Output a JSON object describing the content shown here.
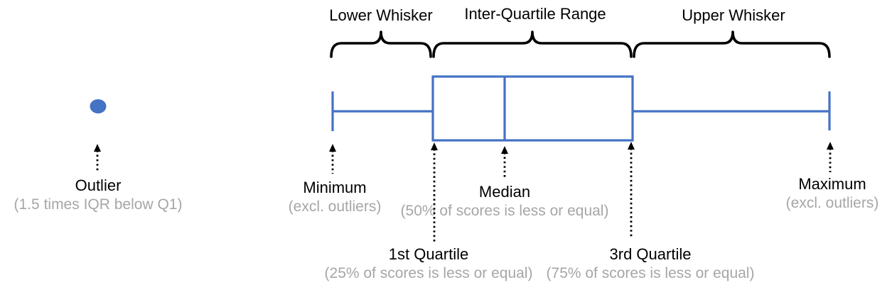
{
  "colors": {
    "accent": "#4472C4",
    "ink": "#000000",
    "muted": "#a6a6a6",
    "background": "#ffffff"
  },
  "braces": {
    "lower_whisker": "Lower Whisker",
    "iqr": "Inter-Quartile Range",
    "upper_whisker": "Upper Whisker"
  },
  "annotations": {
    "outlier": {
      "label": "Outlier",
      "note": "(1.5 times IQR below Q1)"
    },
    "minimum": {
      "label": "Minimum",
      "note": "(excl. outliers)"
    },
    "q1": {
      "label": "1st Quartile",
      "note": "(25% of scores is less or equal)"
    },
    "median": {
      "label": "Median",
      "note": "(50% of scores is less or equal)"
    },
    "q3": {
      "label": "3rd Quartile",
      "note": "(75% of scores is less or equal)"
    },
    "maximum": {
      "label": "Maximum",
      "note": "(excl. outliers)"
    }
  }
}
